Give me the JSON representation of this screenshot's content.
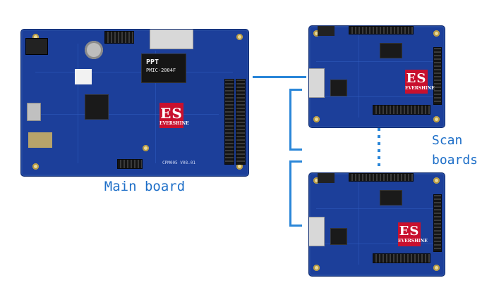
{
  "labels": {
    "main_board": "Main board",
    "scan_boards": "Scan boards"
  },
  "main_board": {
    "chip_label_1": "PPT",
    "chip_label_2": "PMIC-2004F",
    "logo_mark": "ES",
    "logo_text": "EVERSHINE",
    "model": "CPM005 V08.01"
  },
  "scan_board": {
    "logo_mark": "ES",
    "logo_text": "EVERSHINE"
  },
  "colors": {
    "pcb": "#1c3f9a",
    "accent_line": "#2a86d8",
    "caption": "#1e6fc8",
    "logo": "#c8102e"
  }
}
